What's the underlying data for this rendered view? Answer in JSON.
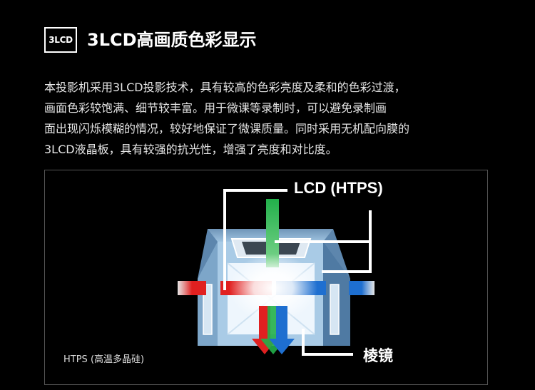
{
  "header": {
    "logo_text": "3LCD",
    "title": "3LCD高画质色彩显示"
  },
  "description": [
    "本投影机采用3LCD投影技术，具有较高的色彩亮度及柔和的色彩过渡，",
    "画面色彩较饱满、细节较丰富。用于微课等录制时，可以避免录制画",
    "面出现闪烁模糊的情况，较好地保证了微课质量。同时采用无机配向膜的",
    "3LCD液晶板，具有较强的抗光性，增强了亮度和对比度。"
  ],
  "diagram": {
    "label_lcd": "LCD (HTPS)",
    "label_prism": "棱镜",
    "label_htps": "HTPS (高温多晶硅)",
    "colors": {
      "red": "#e02020",
      "green": "#22b04a",
      "blue": "#1e6fd0",
      "housing": "#8fb6d6"
    }
  }
}
